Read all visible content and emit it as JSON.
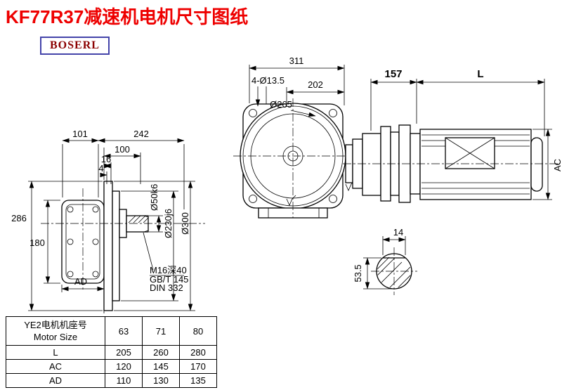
{
  "page": {
    "title": "KF77R37减速机电机尺寸图纸",
    "logo": "BOSERL"
  },
  "colors": {
    "title_red": "#ee0000",
    "logo_text": "#8b0000",
    "logo_border": "#4444aa",
    "line": "#000000"
  },
  "front_view": {
    "dim_total_width": "311",
    "dim_flange_width": "202",
    "holes_callout": "4-Ø13.5",
    "flange_diameter": "Ø265"
  },
  "motor_view": {
    "dim_adapter_length": "157",
    "dim_motor_length": "L",
    "dim_motor_diameter": "AC"
  },
  "shaft_section": {
    "dim_key_width": "14",
    "dim_height": "53.5"
  },
  "side_view": {
    "dim_101": "101",
    "dim_242": "242",
    "dim_100": "100",
    "dim_16": "16",
    "dim_4": "4",
    "dim_286": "286",
    "dim_180": "180",
    "dim_ad": "AD",
    "dim_shaft": "Ø50k6",
    "dim_spigot": "Ø230j6",
    "dim_flange": "Ø300",
    "note_1": "M16深40",
    "note_2": "GB/T 145",
    "note_3": "DIN 332"
  },
  "table": {
    "header_cn": "YE2电机机座号",
    "header_en": "Motor Size",
    "sizes": [
      "63",
      "71",
      "80"
    ],
    "rows": [
      {
        "label": "L",
        "values": [
          "205",
          "260",
          "280"
        ]
      },
      {
        "label": "AC",
        "values": [
          "120",
          "145",
          "170"
        ]
      },
      {
        "label": "AD",
        "values": [
          "110",
          "130",
          "135"
        ]
      }
    ]
  }
}
